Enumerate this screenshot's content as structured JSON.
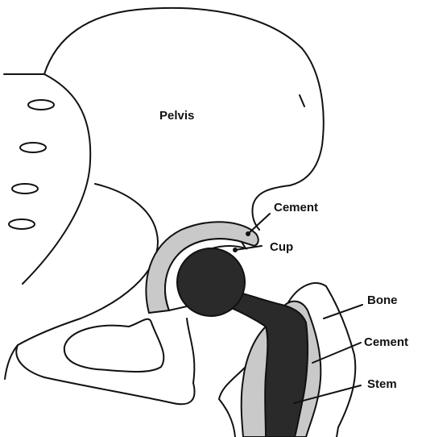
{
  "labels": {
    "pelvis": "Pelvis",
    "cement_top": "Cement",
    "cup": "Cup",
    "bone": "Bone",
    "cement_right": "Cement",
    "stem": "Stem"
  },
  "colors": {
    "outline": "#111111",
    "cement_fill": "#c9c9c9",
    "implant_fill": "#2a2a2a",
    "background": "#ffffff"
  }
}
